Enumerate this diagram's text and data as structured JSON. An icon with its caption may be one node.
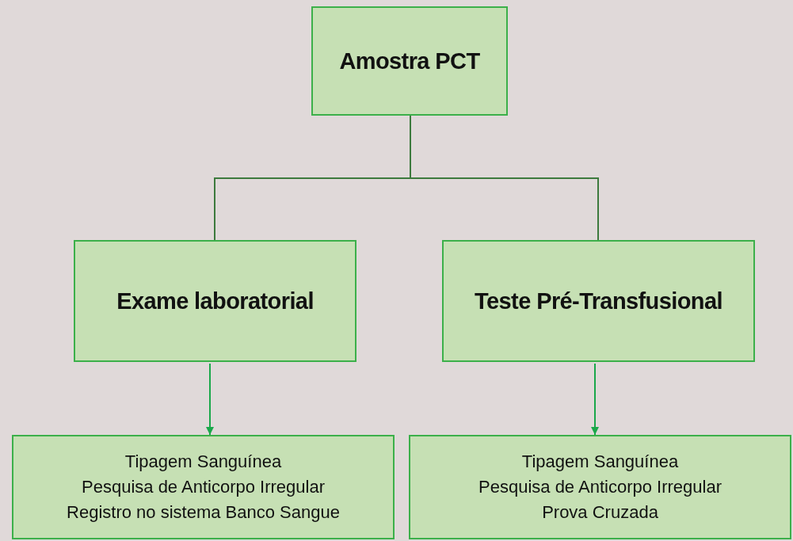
{
  "diagram": {
    "nodes": [
      {
        "text": [
          "Amostra PCT"
        ]
      },
      {
        "text": [
          "Exame laboratorial"
        ]
      },
      {
        "text": [
          "Teste Pré-Transfusional"
        ]
      },
      {
        "text": [
          "Tipagem Sanguínea",
          "Pesquisa de Anticorpo Irregular",
          "Registro no sistema Banco Sangue"
        ]
      },
      {
        "text": [
          "Tipagem Sanguínea",
          "Pesquisa de Anticorpo Irregular",
          "Prova Cruzada"
        ]
      }
    ],
    "edges": [
      {
        "from": 0,
        "to": 1,
        "arrow": "none"
      },
      {
        "from": 0,
        "to": 2,
        "arrow": "none"
      },
      {
        "from": 1,
        "to": 3,
        "arrow": "to",
        "color": "#1aa84a"
      },
      {
        "from": 2,
        "to": 4,
        "arrow": "to",
        "color": "#1aa84a"
      }
    ]
  }
}
